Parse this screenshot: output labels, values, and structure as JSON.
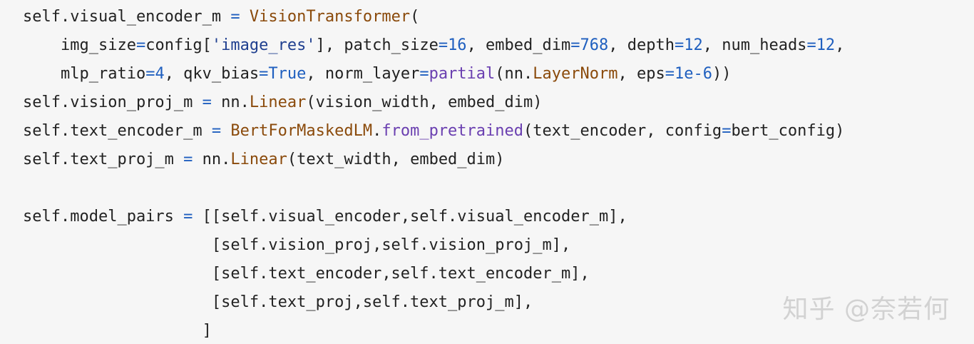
{
  "colors": {
    "background": "#f6f6f6",
    "default": "#222222",
    "class": "#8a4a0b",
    "operator": "#1f5fbf",
    "string": "#1f3f8f",
    "number": "#1f5fbf",
    "keyword": "#1f5fbf",
    "function": "#6a3fb0"
  },
  "code": {
    "lines": [
      [
        {
          "t": "self.visual_encoder_m ",
          "k": "default"
        },
        {
          "t": "=",
          "k": "operator"
        },
        {
          "t": " ",
          "k": "default"
        },
        {
          "t": "VisionTransformer",
          "k": "class"
        },
        {
          "t": "(",
          "k": "default"
        }
      ],
      [
        {
          "t": "    img_size",
          "k": "default"
        },
        {
          "t": "=",
          "k": "operator"
        },
        {
          "t": "config[",
          "k": "default"
        },
        {
          "t": "'image_res'",
          "k": "string"
        },
        {
          "t": "], patch_size",
          "k": "default"
        },
        {
          "t": "=",
          "k": "operator"
        },
        {
          "t": "16",
          "k": "number"
        },
        {
          "t": ", embed_dim",
          "k": "default"
        },
        {
          "t": "=",
          "k": "operator"
        },
        {
          "t": "768",
          "k": "number"
        },
        {
          "t": ", depth",
          "k": "default"
        },
        {
          "t": "=",
          "k": "operator"
        },
        {
          "t": "12",
          "k": "number"
        },
        {
          "t": ", num_heads",
          "k": "default"
        },
        {
          "t": "=",
          "k": "operator"
        },
        {
          "t": "12",
          "k": "number"
        },
        {
          "t": ",",
          "k": "default"
        }
      ],
      [
        {
          "t": "    mlp_ratio",
          "k": "default"
        },
        {
          "t": "=",
          "k": "operator"
        },
        {
          "t": "4",
          "k": "number"
        },
        {
          "t": ", qkv_bias",
          "k": "default"
        },
        {
          "t": "=",
          "k": "operator"
        },
        {
          "t": "True",
          "k": "keyword"
        },
        {
          "t": ", norm_layer",
          "k": "default"
        },
        {
          "t": "=",
          "k": "operator"
        },
        {
          "t": "partial",
          "k": "function"
        },
        {
          "t": "(nn.",
          "k": "default"
        },
        {
          "t": "LayerNorm",
          "k": "class"
        },
        {
          "t": ", eps",
          "k": "default"
        },
        {
          "t": "=",
          "k": "operator"
        },
        {
          "t": "1e-6",
          "k": "number"
        },
        {
          "t": "))",
          "k": "default"
        }
      ],
      [
        {
          "t": "self.vision_proj_m ",
          "k": "default"
        },
        {
          "t": "=",
          "k": "operator"
        },
        {
          "t": " nn.",
          "k": "default"
        },
        {
          "t": "Linear",
          "k": "class"
        },
        {
          "t": "(vision_width, embed_dim)",
          "k": "default"
        }
      ],
      [
        {
          "t": "self.text_encoder_m ",
          "k": "default"
        },
        {
          "t": "=",
          "k": "operator"
        },
        {
          "t": " ",
          "k": "default"
        },
        {
          "t": "BertForMaskedLM",
          "k": "class"
        },
        {
          "t": ".",
          "k": "default"
        },
        {
          "t": "from_pretrained",
          "k": "function"
        },
        {
          "t": "(text_encoder, config",
          "k": "default"
        },
        {
          "t": "=",
          "k": "operator"
        },
        {
          "t": "bert_config)",
          "k": "default"
        }
      ],
      [
        {
          "t": "self.text_proj_m ",
          "k": "default"
        },
        {
          "t": "=",
          "k": "operator"
        },
        {
          "t": " nn.",
          "k": "default"
        },
        {
          "t": "Linear",
          "k": "class"
        },
        {
          "t": "(text_width, embed_dim)",
          "k": "default"
        }
      ],
      [],
      [
        {
          "t": "self.model_pairs ",
          "k": "default"
        },
        {
          "t": "=",
          "k": "operator"
        },
        {
          "t": " [[self.visual_encoder,self.visual_encoder_m],",
          "k": "default"
        }
      ],
      [
        {
          "t": "                    [self.vision_proj,self.vision_proj_m],",
          "k": "default"
        }
      ],
      [
        {
          "t": "                    [self.text_encoder,self.text_encoder_m],",
          "k": "default"
        }
      ],
      [
        {
          "t": "                    [self.text_proj,self.text_proj_m],",
          "k": "default"
        }
      ],
      [
        {
          "t": "                   ]",
          "k": "default"
        }
      ]
    ]
  },
  "watermark": {
    "text": "知乎 @奈若何"
  }
}
